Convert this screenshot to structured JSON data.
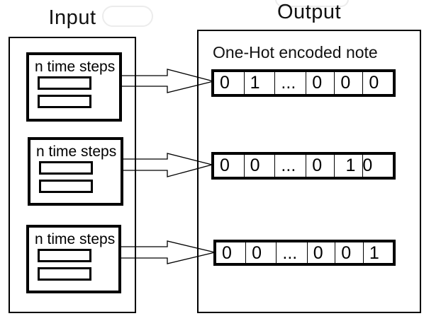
{
  "diagram": {
    "background": "#ffffff",
    "ink": "#000000"
  },
  "input": {
    "title": "Input",
    "boxes": [
      {
        "label": "n time steps"
      },
      {
        "label": "n time steps"
      },
      {
        "label": "n time steps"
      }
    ]
  },
  "output": {
    "title": "Output",
    "subtitle": "One-Hot encoded note",
    "rows": [
      {
        "cells": [
          "0",
          "1",
          "...",
          "0",
          "0",
          "0"
        ]
      },
      {
        "cells": [
          "0",
          "0",
          "...",
          "0",
          "1",
          "0"
        ]
      },
      {
        "cells": [
          "0",
          "0",
          "...",
          "0",
          "0",
          "1"
        ]
      }
    ]
  },
  "arrows": [
    {
      "from": "time-steps-box-1",
      "to": "onehot-row-1"
    },
    {
      "from": "time-steps-box-2",
      "to": "onehot-row-2"
    },
    {
      "from": "time-steps-box-3",
      "to": "onehot-row-3"
    }
  ]
}
